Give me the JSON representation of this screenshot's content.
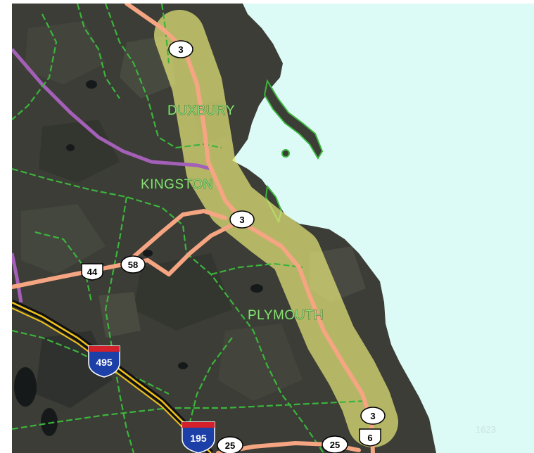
{
  "map": {
    "colors": {
      "ocean": "#dcfbf6",
      "land": "#3b3d36",
      "corridor": "#e8ea7a",
      "highway": "#f5a582",
      "boundary": "#3cb43c",
      "rail": "#a460b8",
      "interstate_line": "#f2c21b",
      "town_label": "#8fdc7a"
    },
    "towns": [
      {
        "name": "DUXBURY"
      },
      {
        "name": "KINGSTON"
      },
      {
        "name": "PLYMOUTH"
      }
    ],
    "route_shields": [
      {
        "number": "3",
        "icon": "state-route-shield-icon"
      },
      {
        "number": "3",
        "icon": "state-route-shield-icon"
      },
      {
        "number": "58",
        "icon": "state-route-shield-icon"
      },
      {
        "number": "44",
        "icon": "us-route-shield-icon"
      },
      {
        "number": "3",
        "icon": "state-route-shield-icon"
      },
      {
        "number": "6",
        "icon": "us-route-shield-icon"
      },
      {
        "number": "25",
        "icon": "state-route-shield-icon"
      },
      {
        "number": "25",
        "icon": "state-route-shield-icon"
      }
    ],
    "interstate_shields": [
      {
        "number": "495",
        "icon": "interstate-shield-icon"
      },
      {
        "number": "195",
        "icon": "interstate-shield-icon"
      }
    ],
    "watermark": "1623"
  }
}
